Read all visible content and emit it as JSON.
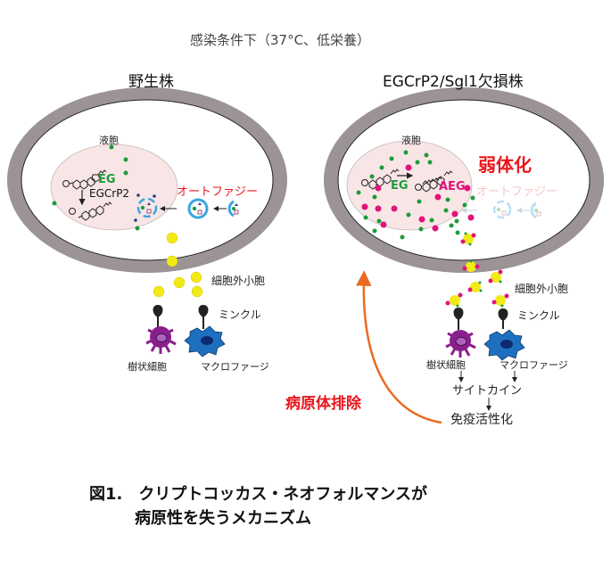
{
  "header": {
    "condition": "感染条件下（37°C、低栄養）",
    "wild_type_title": "野生株",
    "mutant_title": "EGCrP2/Sgl1欠損株"
  },
  "wild_type": {
    "vacuole_label": "液胞",
    "eg_label": "EG",
    "enzyme_label": "EGCrP2",
    "autophagy_label": "オートファジー",
    "ev_label": "細胞外小胞",
    "receptor_label": "ミンクル",
    "dendritic_label": "樹状細胞",
    "macrophage_label": "マクロファージ"
  },
  "mutant": {
    "vacuole_label": "液胞",
    "eg_label": "EG",
    "aeg_label": "AEG",
    "weakened_label": "弱体化",
    "autophagy_label": "オートファジー",
    "ev_label": "細胞外小胞",
    "receptor_label": "ミンクル",
    "dendritic_label": "樹状細胞",
    "macrophage_label": "マクロファージ",
    "cytokine_label": "サイトカイン",
    "immune_label": "免疫活性化",
    "clearance_label": "病原体排除"
  },
  "caption": {
    "line1": "図1.　クリプトコッカス・ネオフォルマンスが",
    "line2": "病原性を失うメカニズム"
  },
  "colors": {
    "cell_wall": "#9b9394",
    "vacuole_fill": "#f8e6e6",
    "eg_green": "#1e9a3c",
    "aeg_magenta": "#e0147a",
    "autophagy_blue": "#3aa6e0",
    "ev_yellow": "#f2ea16",
    "dendritic_purple": "#8a1f8c",
    "macrophage_blue": "#1f6fbf",
    "clearance_orange": "#ea6a22",
    "accent_red": "#e8161b"
  }
}
